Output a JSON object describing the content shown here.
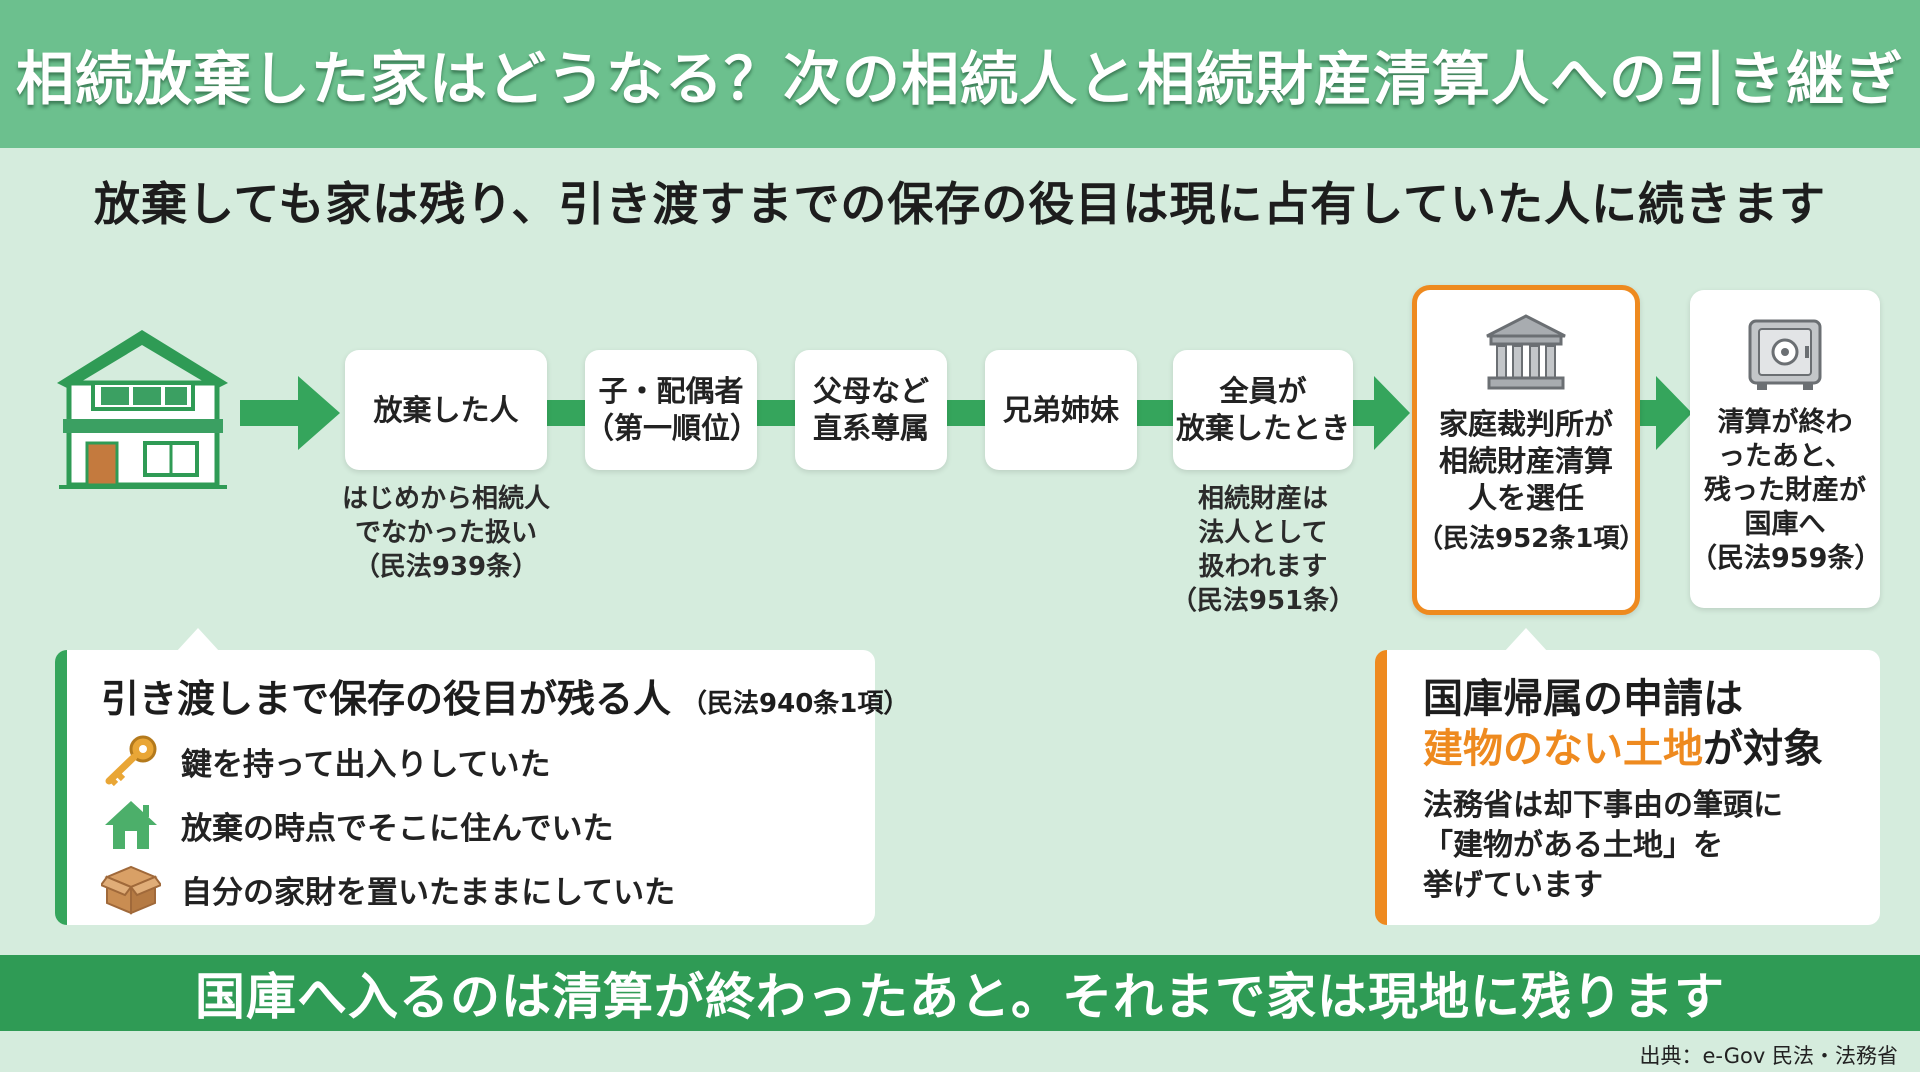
{
  "header": {
    "title": "相続放棄した家はどうなる？次の相続人と相続財産清算人への引き継ぎ"
  },
  "subtitle": "放棄しても家は残り、引き渡すまでの保存の役目は現に占有していた人に続きます",
  "flow": {
    "step1": {
      "label": "放棄した人",
      "note": "はじめから相続人\nでなかった扱い\n（民法939条）"
    },
    "step2": {
      "label": "子・配偶者\n（第一順位）"
    },
    "step3": {
      "label": "父母など\n直系尊属"
    },
    "step4": {
      "label": "兄弟姉妹"
    },
    "step5": {
      "label": "全員が\n放棄したとき",
      "note": "相続財産は\n法人として\n扱われます\n（民法951条）"
    },
    "step6": {
      "label": "家庭裁判所が\n相続財産清算\n人を選任",
      "sub": "（民法952条1項）"
    },
    "step7": {
      "label": "清算が終わ\nったあと、\n残った財産が\n国庫へ\n（民法959条）"
    }
  },
  "left_panel": {
    "title": "引き渡しまで保存の役目が残る人",
    "title_ref": "（民法940条1項）",
    "items": [
      {
        "icon": "key-icon",
        "text": "鍵を持って出入りしていた"
      },
      {
        "icon": "house-icon",
        "text": "放棄の時点でそこに住んでいた"
      },
      {
        "icon": "box-icon",
        "text": "自分の家財を置いたままにしていた"
      }
    ]
  },
  "right_panel": {
    "title_line1": "国庫帰属の申請は",
    "title_accent": "建物のない土地",
    "title_rest": "が対象",
    "body": "法務省は却下事由の筆頭に\n「建物がある土地」を\n挙げています"
  },
  "footer": {
    "text": "国庫へ入るのは清算が終わったあと。それまで家は現地に残ります"
  },
  "source": "出典：e-Gov 民法・法務省",
  "colors": {
    "header": "#6cc08e",
    "background": "#d5ecdd",
    "green": "#35a55c",
    "accent": "#ee8a1f",
    "footer": "#2f9b55"
  }
}
